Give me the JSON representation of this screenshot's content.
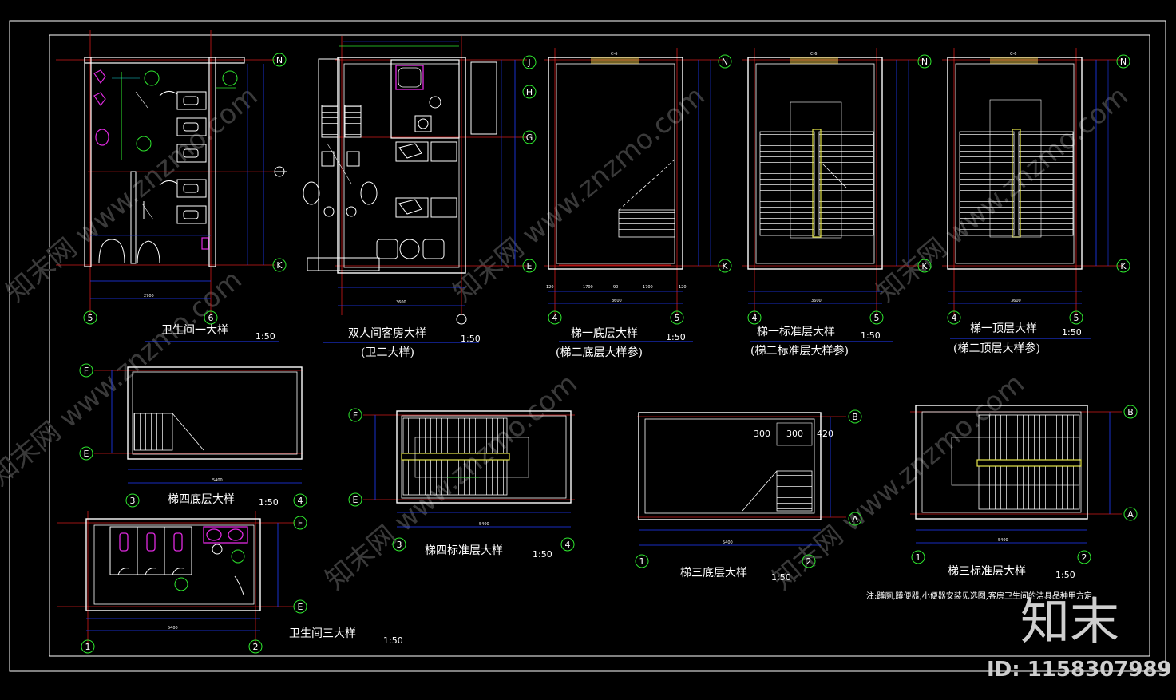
{
  "colors": {
    "background": "#000000",
    "frame": "#ffffff",
    "wall": "#ffffff",
    "wall_outline": "#d11a1a",
    "axis_line": "#d11a1a",
    "dimension": "#1f3cff",
    "axis_bubble": "#2ee62e",
    "fixture": "#e02ae0",
    "stair": "#ffffff",
    "handrail": "#e6e64a",
    "annotation": "#16d7d7"
  },
  "watermark": {
    "brand": "知末",
    "id_label": "ID: 1158307989",
    "pattern_text": "知末网 www.znzmo.com"
  },
  "note": "注:蹲厕,蹲便器,小便器安装见选图,客房卫生间的洁具品种甲方定。",
  "drawings": [
    {
      "key": "toilet1",
      "title": "卫生间一大样",
      "subtitle": "",
      "scale": "1:50",
      "axes": [
        "N",
        "K",
        "5",
        "6"
      ]
    },
    {
      "key": "guestroom",
      "title": "双人间客房大样",
      "subtitle": "(卫二大样)",
      "scale": "1:50",
      "axes": [
        "J",
        "H",
        "G",
        "E"
      ]
    },
    {
      "key": "stair1",
      "title": "梯一底层大样",
      "subtitle": "(梯二底层大样参)",
      "scale": "1:50",
      "axes": [
        "N",
        "K",
        "4",
        "5"
      ]
    },
    {
      "key": "stair1std",
      "title": "梯一标准层大样",
      "subtitle": "(梯二标准层大样参)",
      "scale": "1:50",
      "axes": [
        "N",
        "K",
        "4",
        "5"
      ]
    },
    {
      "key": "stair1top",
      "title": "梯一顶层大样",
      "subtitle": "(梯二顶层大样参)",
      "scale": "1:50",
      "axes": [
        "N",
        "K",
        "4",
        "5"
      ]
    },
    {
      "key": "stair4base",
      "title": "梯四底层大样",
      "subtitle": "",
      "scale": "1:50",
      "axes": [
        "F",
        "E",
        "3",
        "4"
      ]
    },
    {
      "key": "stair4std",
      "title": "梯四标准层大样",
      "subtitle": "",
      "scale": "1:50",
      "axes": [
        "F",
        "E",
        "3",
        "4"
      ]
    },
    {
      "key": "stair3base",
      "title": "梯三底层大样",
      "subtitle": "",
      "scale": "1:50",
      "axes": [
        "B",
        "A",
        "1",
        "2"
      ]
    },
    {
      "key": "stair3std",
      "title": "梯三标准层大样",
      "subtitle": "",
      "scale": "1:50",
      "axes": [
        "B",
        "A",
        "1",
        "2"
      ]
    },
    {
      "key": "toilet3",
      "title": "卫生间三大样",
      "subtitle": "",
      "scale": "1:50",
      "axes": [
        "F",
        "E",
        "1",
        "2"
      ]
    }
  ],
  "labels": {
    "stair3_dims": [
      "300",
      "300",
      "420"
    ],
    "window_tag": "C-6",
    "stair1_bottom_dims": [
      "120",
      "1700",
      "90",
      "1700",
      "120"
    ],
    "overall_3600": "3600",
    "overall_5400": "5400",
    "guestroom_total": "3600",
    "toilet1_total": "2700"
  }
}
